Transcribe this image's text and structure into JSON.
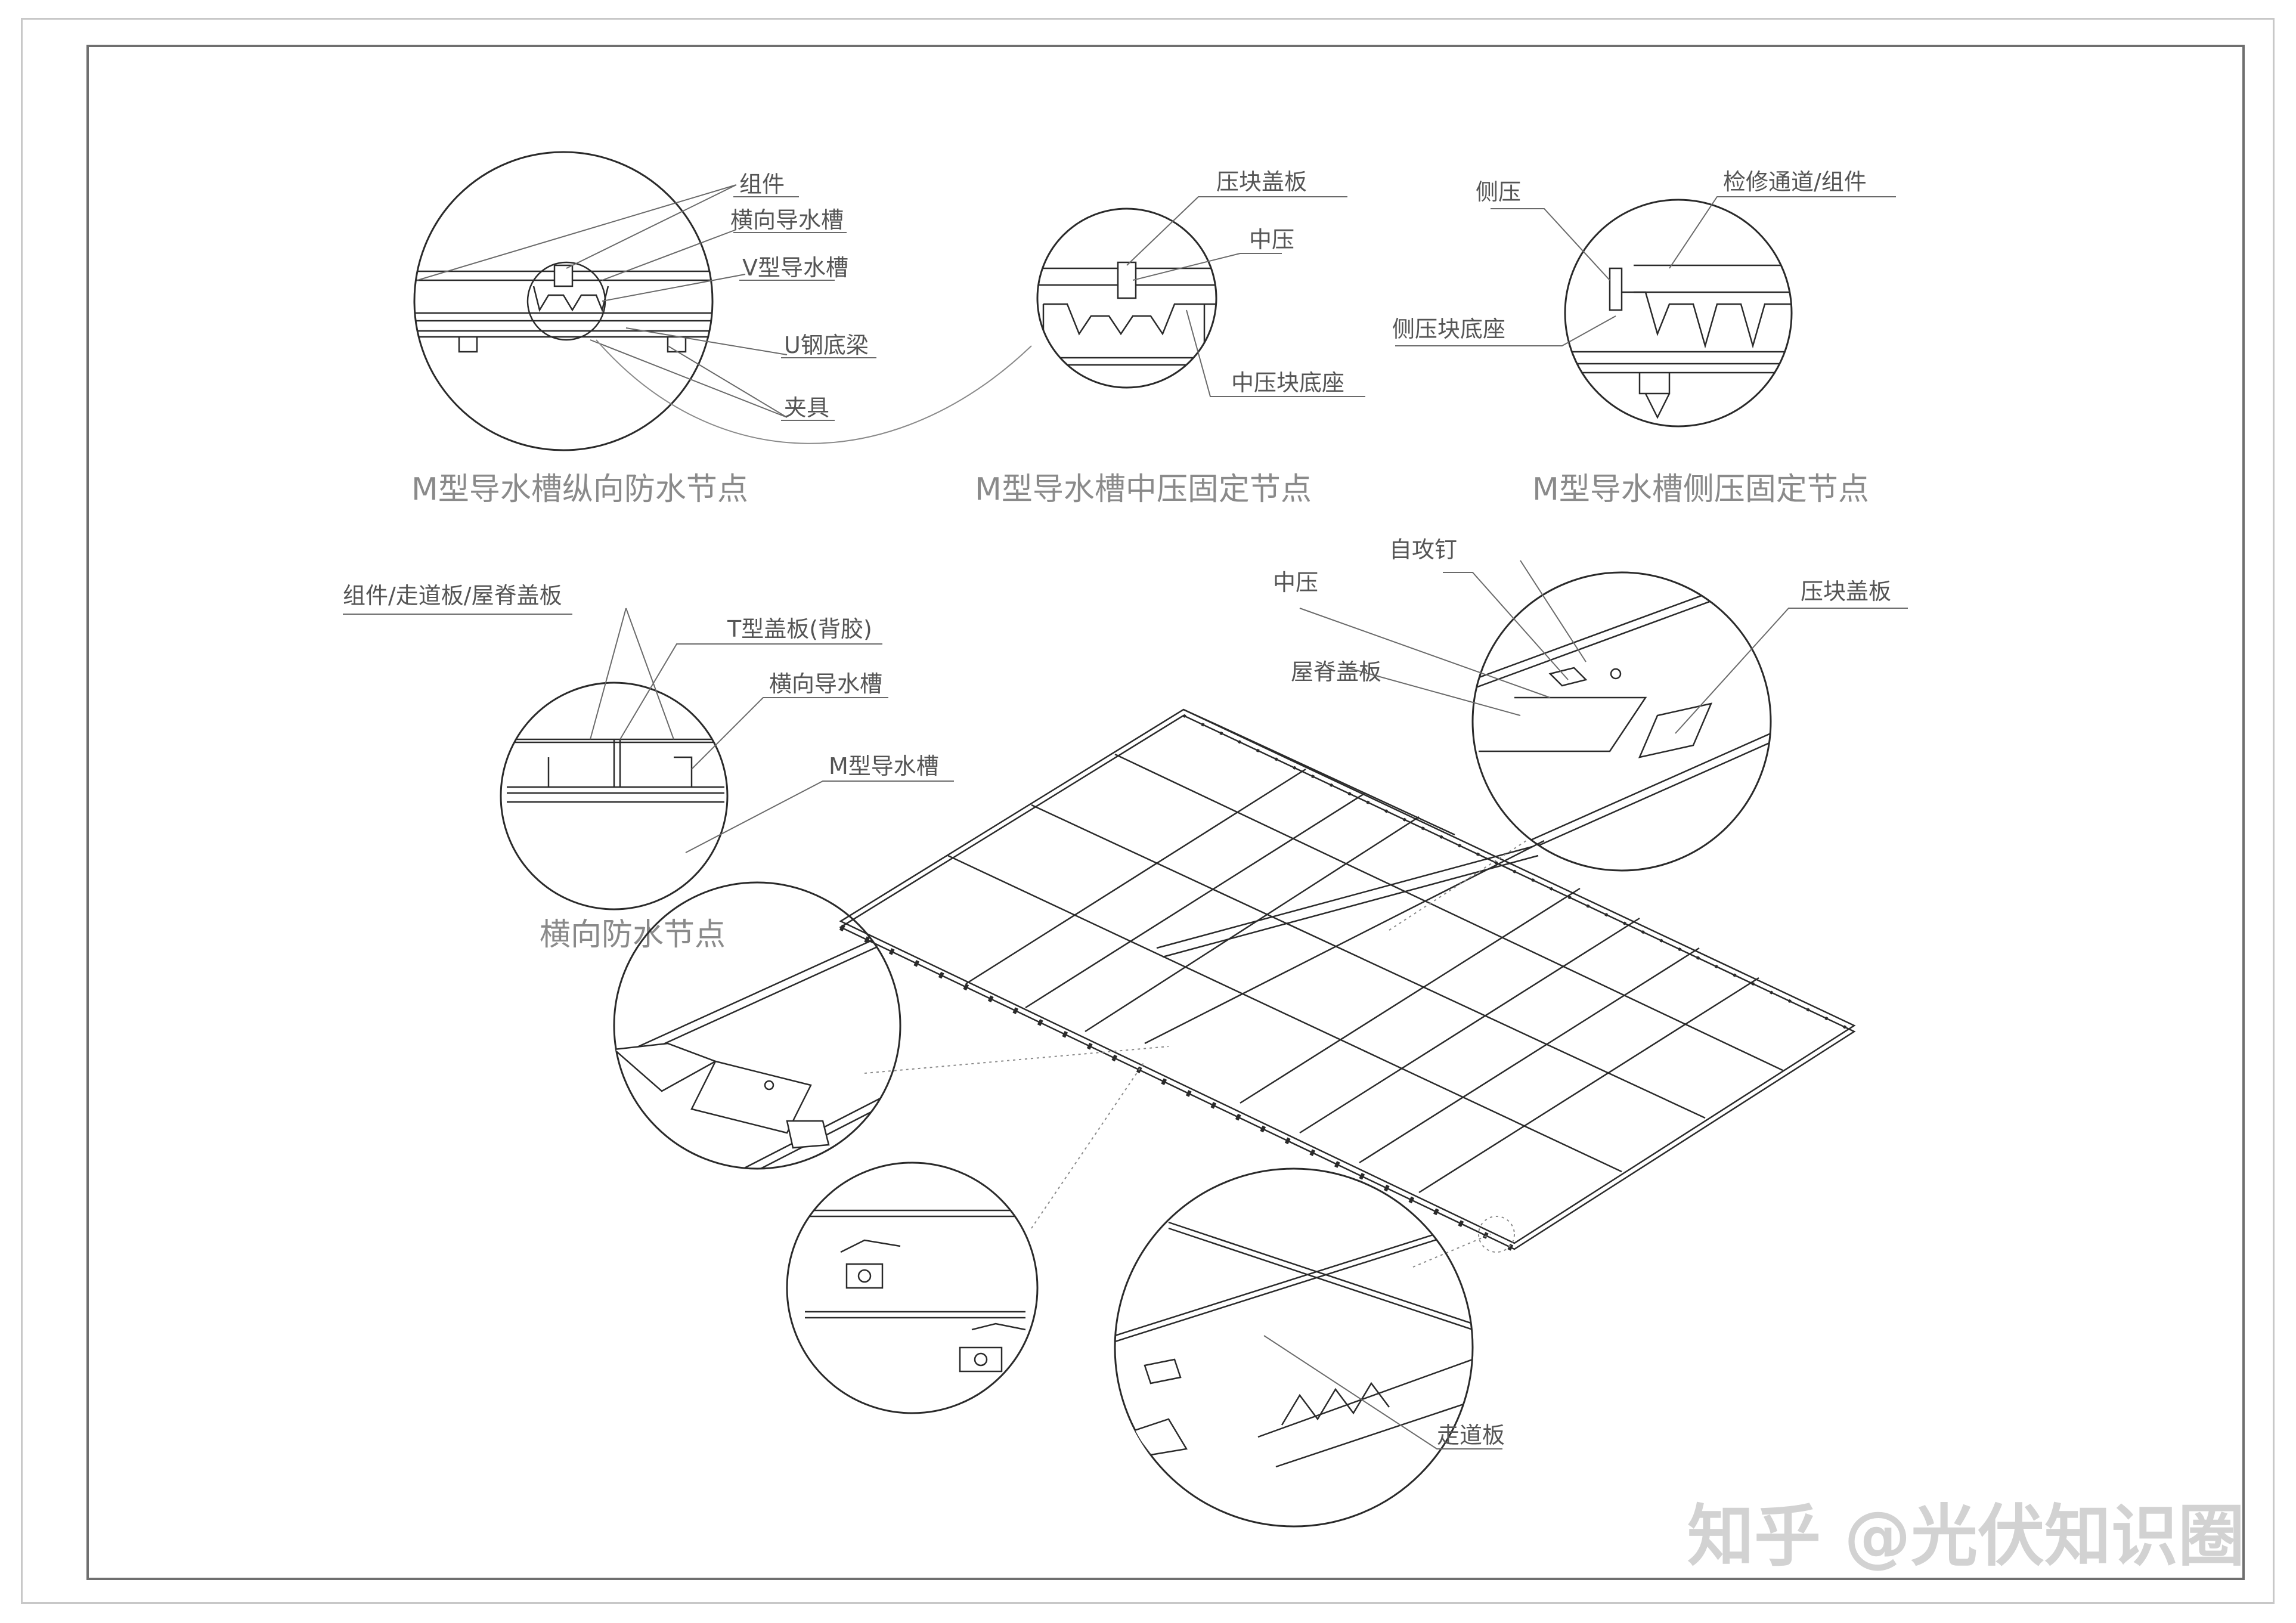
{
  "details": {
    "longitudinal": {
      "caption": "M型导水槽纵向防水节点",
      "labels": [
        "组件",
        "横向导水槽",
        "V型导水槽",
        "U钢底梁",
        "夹具"
      ]
    },
    "mid_clamp": {
      "caption": "M型导水槽中压固定节点",
      "labels": [
        "压块盖板",
        "中压",
        "中压块底座"
      ]
    },
    "side_clamp": {
      "caption": "M型导水槽侧压固定节点",
      "labels": [
        "侧压",
        "检修通道/组件",
        "侧压块底座"
      ]
    },
    "transverse": {
      "caption": "横向防水节点",
      "labels": [
        "组件/走道板/屋脊盖板",
        "T型盖板(背胶)",
        "横向导水槽",
        "M型导水槽"
      ]
    },
    "ridge": {
      "labels": [
        "自攻钉",
        "中压",
        "压块盖板",
        "屋脊盖板"
      ]
    },
    "walkway": {
      "labels": [
        "走道板"
      ]
    }
  },
  "watermark": "知乎 @光伏知识圈",
  "colors": {
    "line": "#2a2a2a",
    "thin": "#6a6a6a",
    "caption": "#8a8a8a",
    "watermark": "#d2d2d2"
  }
}
